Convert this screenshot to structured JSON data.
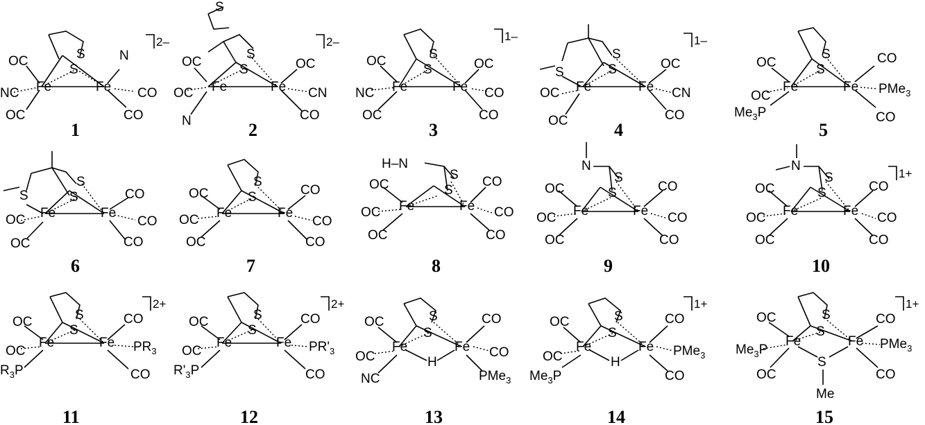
{
  "compounds": [
    {
      "number": "1",
      "charge": "2–",
      "left": [
        "OC",
        "NC",
        "OC"
      ],
      "right": [
        "N",
        "CO",
        "CO"
      ],
      "bridge": "S,S-pdt"
    },
    {
      "number": "2",
      "charge": "2–",
      "left": [
        "OC",
        "OC",
        "N"
      ],
      "right": [
        "OC",
        "CN",
        "CO"
      ],
      "bridge": "thioether-pendant"
    },
    {
      "number": "3",
      "charge": "1–",
      "left": [
        "OC",
        "NC",
        "OC"
      ],
      "right": [
        "OC",
        "CO",
        "CO"
      ],
      "bridge": "S,S-pdt"
    },
    {
      "number": "4",
      "charge": "1–",
      "left": [
        "S",
        "OC",
        "OC"
      ],
      "right": [
        "OC",
        "CN",
        "CO"
      ],
      "bridge": "thioether-chelate"
    },
    {
      "number": "5",
      "charge": "",
      "left": [
        "OC",
        "OC",
        "Me",
        "3",
        "P"
      ],
      "right": [
        "CO",
        "PMe",
        "3",
        "CO"
      ],
      "bridge": "S,S-pdt"
    },
    {
      "number": "6",
      "charge": "",
      "left": [
        "S",
        "OC",
        "OC"
      ],
      "right": [
        "CO",
        "CO",
        "CO"
      ],
      "bridge": "thioether-chelate"
    },
    {
      "number": "7",
      "charge": "",
      "left": [
        "OC",
        "OC",
        "OC"
      ],
      "right": [
        "CO",
        "CO",
        "CO"
      ],
      "bridge": "S,S-pdt"
    },
    {
      "number": "8",
      "charge": "",
      "left": [
        "OC",
        "OC",
        "OC"
      ],
      "right": [
        "CO",
        "CO",
        "CO"
      ],
      "bridge": "H–N amine"
    },
    {
      "number": "9",
      "charge": "",
      "left": [
        "OC",
        "OC",
        "OC"
      ],
      "right": [
        "CO",
        "CO",
        "CO"
      ],
      "bridge": "N-methyl amine"
    },
    {
      "number": "10",
      "charge": "1+",
      "left": [
        "OC",
        "OC",
        "OC"
      ],
      "right": [
        "CO",
        "CO",
        "CO"
      ],
      "bridge": "N,N-dimethyl ammonium"
    },
    {
      "number": "11",
      "charge": "2+",
      "left": [
        "OC",
        "OC",
        "R",
        "3",
        "P"
      ],
      "right": [
        "CO",
        "PR",
        "3",
        "CO"
      ],
      "bridge": "S,S-pdt"
    },
    {
      "number": "12",
      "charge": "2+",
      "left": [
        "OC",
        "OC",
        "R'",
        "3",
        "P"
      ],
      "right": [
        "CO",
        "PR'",
        "3",
        "CO"
      ],
      "bridge": "S,S-pdt"
    },
    {
      "number": "13",
      "charge": "",
      "left": [
        "OC",
        "OC",
        "N",
        "C"
      ],
      "right": [
        "CO",
        "CO",
        "PMe",
        "3"
      ],
      "bridge": "hydride H"
    },
    {
      "number": "14",
      "charge": "1+",
      "left": [
        "OC",
        "OC",
        "Me",
        "3",
        "P"
      ],
      "right": [
        "CO",
        "PMe",
        "3",
        "CO"
      ],
      "bridge": "hydride H"
    },
    {
      "number": "15",
      "charge": "1+",
      "left": [
        "OC",
        "Me",
        "3",
        "P",
        "OC"
      ],
      "right": [
        "CO",
        "PMe",
        "3",
        "CO"
      ],
      "bridge": "SMe"
    }
  ],
  "atoms": {
    "fe": "Fe",
    "s": "S",
    "h": "H",
    "me": "Me",
    "n": "N",
    "hn": "H–N"
  }
}
